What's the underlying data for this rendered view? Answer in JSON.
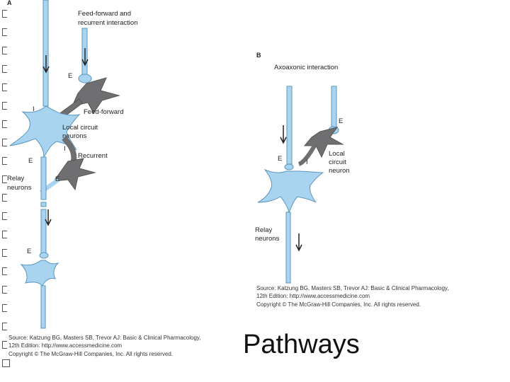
{
  "slide": {
    "title": "Pathways"
  },
  "figure_a": {
    "panel_letter": "A",
    "heading_line1": "Feed-forward and",
    "heading_line2": "recurrent interaction",
    "label_e_top": "E",
    "label_e_cell": "E",
    "label_i_feed": "I",
    "label_feed_forward": "Feed-forward",
    "label_local_line1": "Local circuit",
    "label_local_line2": "neurons",
    "label_i_recur": "I",
    "label_recurrent": "Recurrent",
    "label_relay_line1": "Relay",
    "label_relay_line2": "neurons",
    "label_e_relay": "E",
    "label_e_bottom": "E",
    "caption_line1": "Source: Katzung BG, Masters SB, Trevor AJ: Basic & Clinical Pharmacology,",
    "caption_line2": "12th Edition: http://www.accessmedicine.com",
    "caption_line3": "Copyright © The McGraw-Hill Companies, Inc. All rights reserved."
  },
  "figure_b": {
    "panel_letter": "B",
    "heading": "Axoaxonic interaction",
    "label_e_top": "E",
    "label_e_cell": "E",
    "label_i": "I",
    "label_local_line1": "Local",
    "label_local_line2": "circuit",
    "label_local_line3": "neuron",
    "label_relay_line1": "Relay",
    "label_relay_line2": "neurons",
    "caption_line1": "Source: Katzung BG, Masters SB, Trevor AJ: Basic & Clinical Pharmacology,",
    "caption_line2": "12th Edition: http://www.accessmedicine.com",
    "caption_line3": "Copyright © The McGraw-Hill Companies, Inc. All rights reserved."
  },
  "colors": {
    "relay_neuron": "#a9d4ef",
    "relay_outline": "#5a95bf",
    "local_neuron": "#6f6f72",
    "bullet_border": "#555555"
  },
  "icons": {
    "bullets": [
      "square-bullet-icon",
      "square-bullet-icon",
      "square-bullet-icon",
      "square-bullet-icon",
      "square-bullet-icon",
      "square-bullet-icon",
      "square-bullet-icon",
      "square-bullet-icon",
      "square-bullet-icon",
      "square-bullet-icon",
      "square-bullet-icon",
      "square-bullet-icon",
      "square-bullet-icon",
      "square-bullet-icon",
      "square-bullet-icon",
      "square-bullet-icon",
      "square-bullet-icon",
      "square-bullet-icon",
      "square-bullet-icon",
      "square-bullet-icon"
    ]
  }
}
